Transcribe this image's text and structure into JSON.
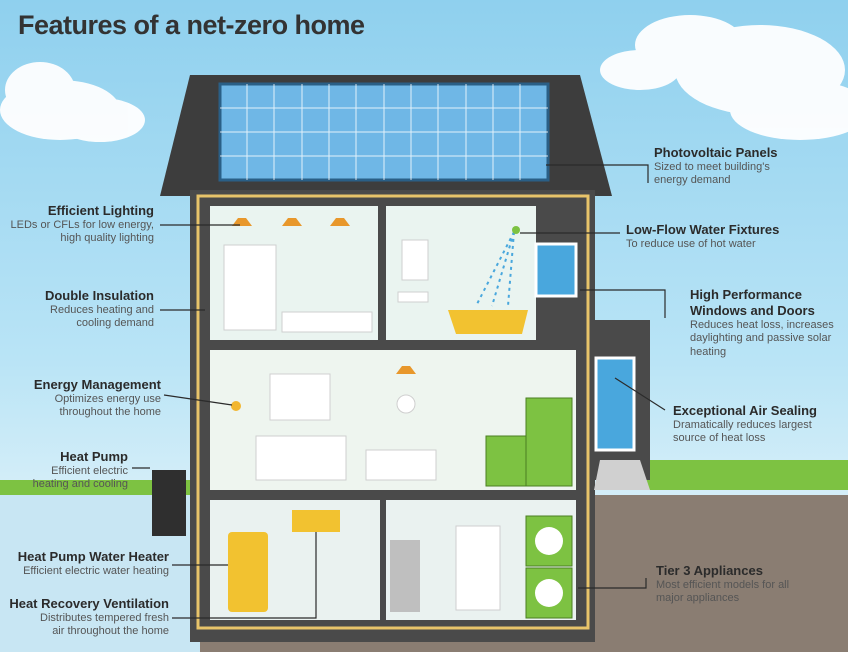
{
  "title": "Features of a net-zero home",
  "features": {
    "photovoltaic": {
      "heading": "Photovoltaic Panels",
      "desc1": "Sized to meet building's",
      "desc2": "energy demand"
    },
    "lowflow": {
      "heading": "Low-Flow Water Fixtures",
      "desc1": "To reduce use of hot water"
    },
    "windows": {
      "heading1": "High Performance",
      "heading2": "Windows and Doors",
      "desc1": "Reduces heat loss, increases",
      "desc2": "daylighting and passive solar",
      "desc3": "heating"
    },
    "airsealing": {
      "heading": "Exceptional Air Sealing",
      "desc1": "Dramatically reduces largest",
      "desc2": "source of heat loss"
    },
    "appliances": {
      "heading": "Tier 3 Appliances",
      "desc1": "Most efficient models for all",
      "desc2": "major appliances"
    },
    "lighting": {
      "heading": "Efficient Lighting",
      "desc1": "LEDs or CFLs for low energy,",
      "desc2": "high quality lighting"
    },
    "insulation": {
      "heading": "Double Insulation",
      "desc1": "Reduces heating and",
      "desc2": "cooling demand"
    },
    "energy": {
      "heading": "Energy Management",
      "desc1": "Optimizes energy use",
      "desc2": "throughout the home"
    },
    "heatpump": {
      "heading": "Heat Pump",
      "desc1": "Efficient electric",
      "desc2": "heating and cooling"
    },
    "waterheater": {
      "heading": "Heat Pump Water Heater",
      "desc1": "Efficient electric water heating"
    },
    "ventilation": {
      "heading": "Heat Recovery Ventilation",
      "desc1": "Distributes tempered fresh",
      "desc2": "air throughout the home"
    }
  },
  "colors": {
    "accent": "#f2b62f",
    "green": "#7dc242",
    "wall": "#4a4a4a",
    "sky": "#b9e4f6",
    "glass": "#49a7dd"
  }
}
